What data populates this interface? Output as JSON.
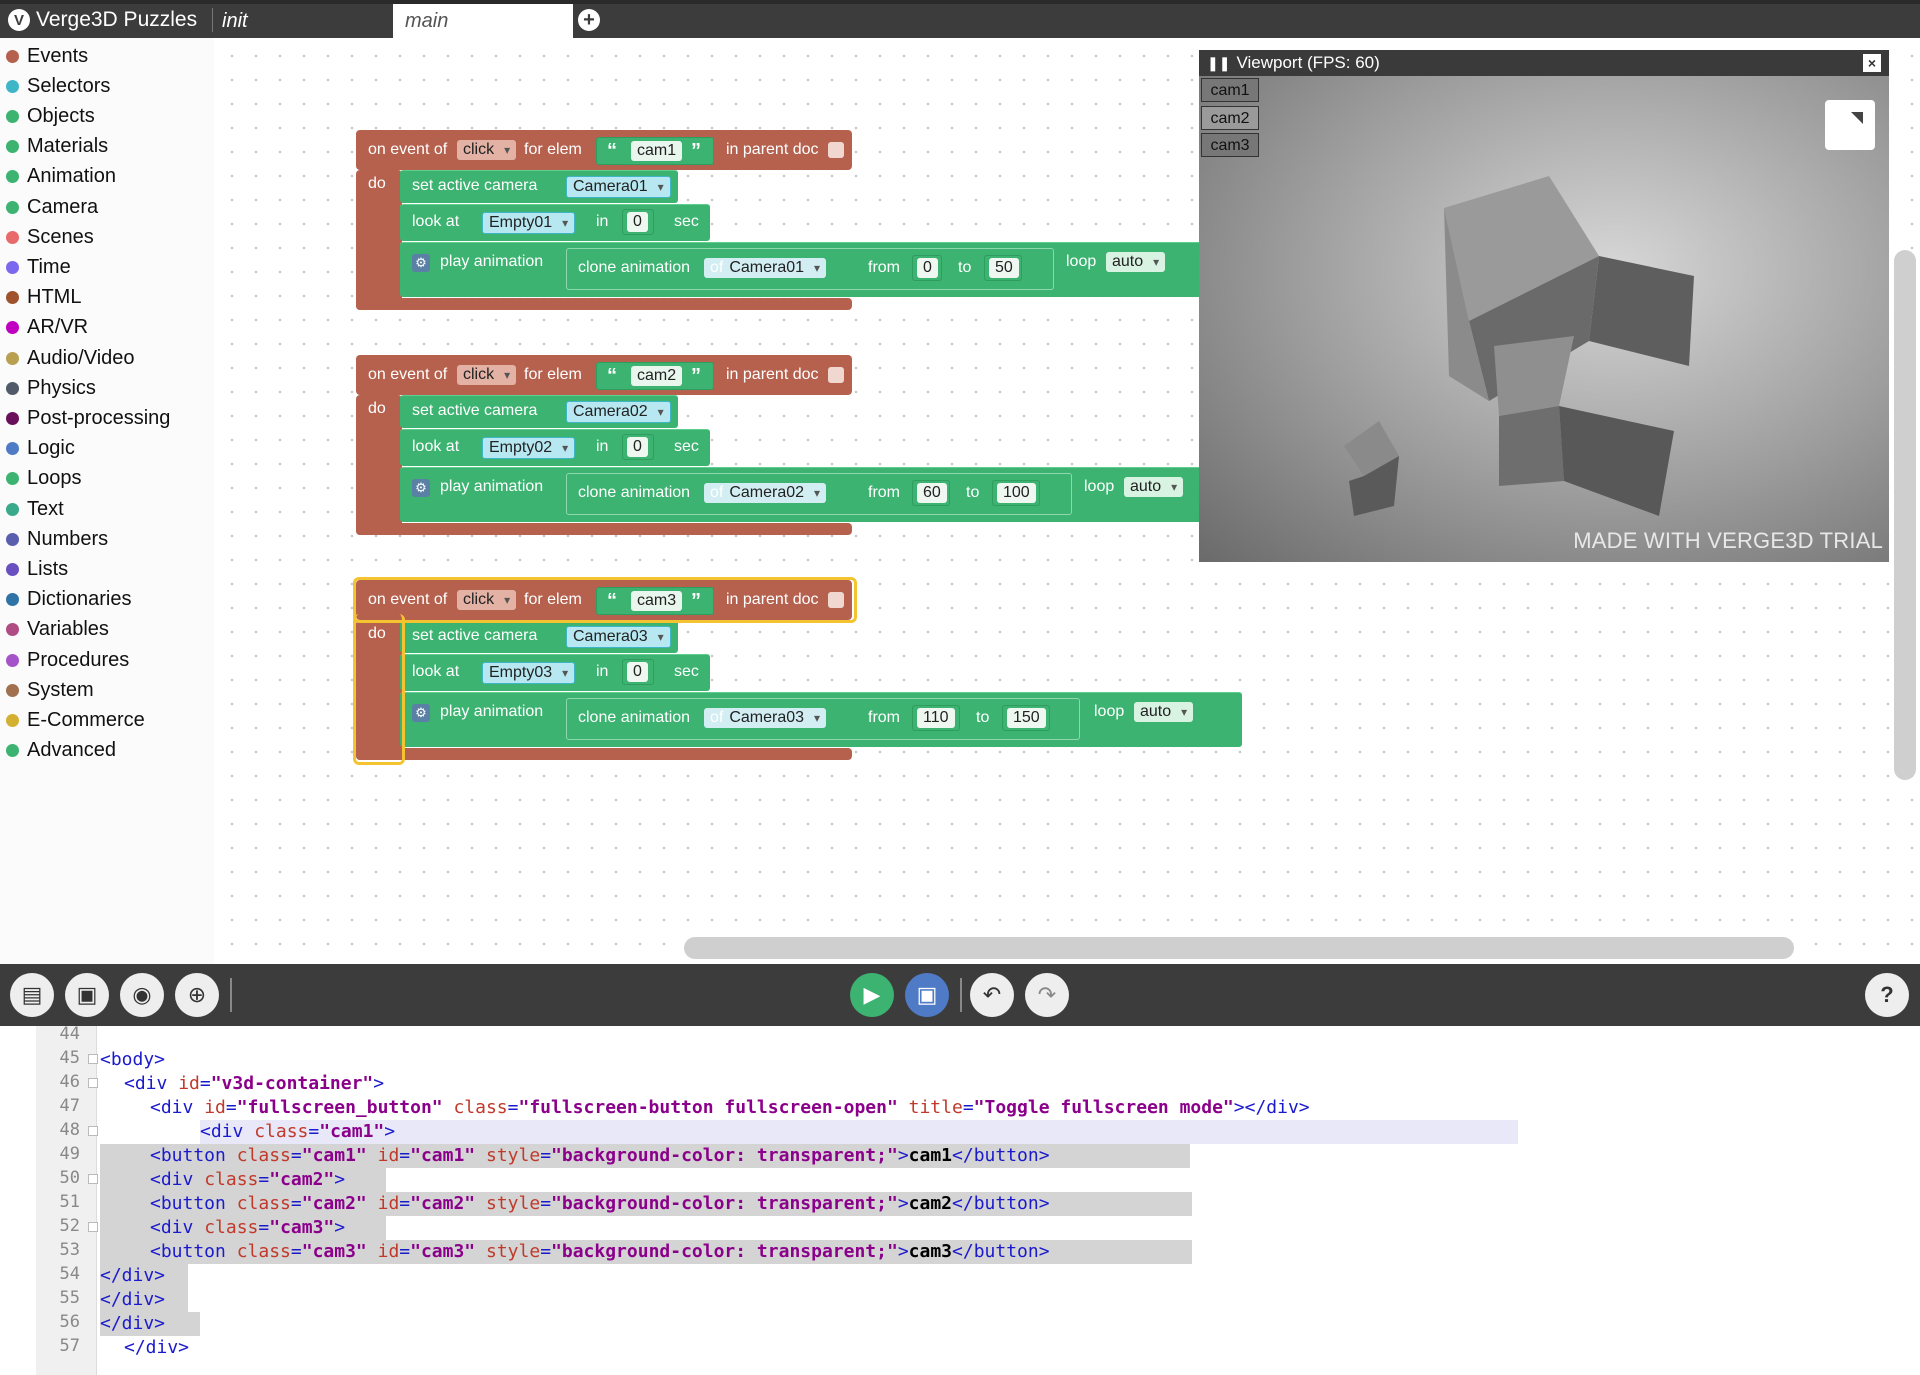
{
  "app": {
    "title": "Verge3D Puzzles",
    "tabs": [
      "init",
      "main"
    ]
  },
  "sidebar": {
    "categories": [
      {
        "label": "Events",
        "color": "#b5614e"
      },
      {
        "label": "Selectors",
        "color": "#3fb6c8"
      },
      {
        "label": "Objects",
        "color": "#3cb371"
      },
      {
        "label": "Materials",
        "color": "#3cb371"
      },
      {
        "label": "Animation",
        "color": "#3cb371"
      },
      {
        "label": "Camera",
        "color": "#3cb371"
      },
      {
        "label": "Scenes",
        "color": "#e86a6a"
      },
      {
        "label": "Time",
        "color": "#7b68ee"
      },
      {
        "label": "HTML",
        "color": "#a0522d"
      },
      {
        "label": "AR/VR",
        "color": "#c000c0"
      },
      {
        "label": "Audio/Video",
        "color": "#b8a050"
      },
      {
        "label": "Physics",
        "color": "#505a68"
      },
      {
        "label": "Post-processing",
        "color": "#6a0f5a"
      },
      {
        "label": "Logic",
        "color": "#4f7bc6"
      },
      {
        "label": "Loops",
        "color": "#3cb371"
      },
      {
        "label": "Text",
        "color": "#3aaa8a"
      },
      {
        "label": "Numbers",
        "color": "#5a5fad"
      },
      {
        "label": "Lists",
        "color": "#6a4fc0"
      },
      {
        "label": "Dictionaries",
        "color": "#2f72a5"
      },
      {
        "label": "Variables",
        "color": "#b04c84"
      },
      {
        "label": "Procedures",
        "color": "#a553c8"
      },
      {
        "label": "System",
        "color": "#a07050"
      },
      {
        "label": "E-Commerce",
        "color": "#d4b030"
      },
      {
        "label": "Advanced",
        "color": "#3cb371"
      }
    ]
  },
  "blocks": {
    "event_label": "on event of",
    "event_type": "click",
    "for_elem": "for elem",
    "in_parent_doc": "in parent doc",
    "do": "do",
    "set_active_camera": "set active camera",
    "look_at": "look at",
    "in": "in",
    "sec": "sec",
    "play_animation": "play animation",
    "clone_animation": "clone animation",
    "of": "of",
    "from": "from",
    "to": "to",
    "loop": "loop",
    "loop_mode": "auto",
    "groups": [
      {
        "elem": "cam1",
        "camera": "Camera01",
        "target": "Empty01",
        "time": "0",
        "clone_of": "Camera01",
        "from": "0",
        "to": "50"
      },
      {
        "elem": "cam2",
        "camera": "Camera02",
        "target": "Empty02",
        "time": "0",
        "clone_of": "Camera02",
        "from": "60",
        "to": "100"
      },
      {
        "elem": "cam3",
        "camera": "Camera03",
        "target": "Empty03",
        "time": "0",
        "clone_of": "Camera03",
        "from": "110",
        "to": "150"
      }
    ]
  },
  "viewport": {
    "title": "Viewport (FPS: 60)",
    "close": "×",
    "camera_buttons": [
      "cam1",
      "cam2",
      "cam3"
    ],
    "watermark": "MADE WITH VERGE3D TRIAL"
  },
  "toolbar": {
    "icons": [
      "book-icon",
      "panel-icon",
      "camera-icon",
      "target-icon",
      "run-icon",
      "save-icon",
      "undo-icon",
      "redo-icon",
      "help-icon"
    ],
    "help": "?"
  },
  "editor": {
    "line_numbers": [
      "44",
      "45",
      "46",
      "47",
      "48",
      "49",
      "50",
      "51",
      "52",
      "53",
      "54",
      "55",
      "56",
      "57"
    ]
  }
}
